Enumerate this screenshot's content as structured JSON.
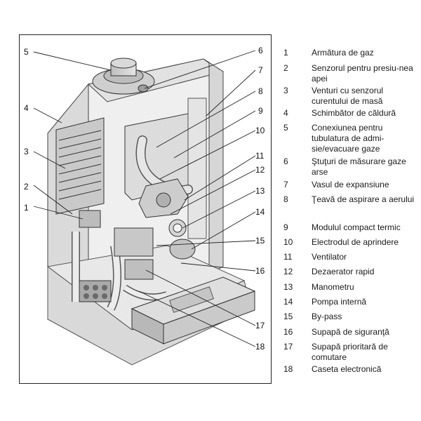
{
  "callouts": [
    {
      "n": "1"
    },
    {
      "n": "2"
    },
    {
      "n": "3"
    },
    {
      "n": "4"
    },
    {
      "n": "5"
    },
    {
      "n": "6"
    },
    {
      "n": "7"
    },
    {
      "n": "8"
    },
    {
      "n": "9"
    },
    {
      "n": "10"
    },
    {
      "n": "11"
    },
    {
      "n": "12"
    },
    {
      "n": "13"
    },
    {
      "n": "14"
    },
    {
      "n": "15"
    },
    {
      "n": "16"
    },
    {
      "n": "17"
    },
    {
      "n": "18"
    }
  ],
  "legend": [
    {
      "num": "1",
      "text": "Armătura de gaz"
    },
    {
      "num": "2",
      "text": "Senzorul pentru presiu-nea apei"
    },
    {
      "num": "3",
      "text": "Venturi cu senzorul curentului de masă"
    },
    {
      "num": "4",
      "text": "Schimbător de căldură"
    },
    {
      "num": "5",
      "text": "Conexiunea pentru tubulatura de admi-sie/evacuare gaze"
    },
    {
      "num": "6",
      "text": "Ştuţuri de măsurare gaze arse"
    },
    {
      "num": "7",
      "text": "Vasul de expansiune"
    },
    {
      "num": "8",
      "text": "Ţeavă de aspirare a aerului"
    },
    {
      "num": "9",
      "text": "Modulul compact termic"
    },
    {
      "num": "10",
      "text": "Electrodul de aprindere"
    },
    {
      "num": "11",
      "text": "Ventilator"
    },
    {
      "num": "12",
      "text": "Dezaerator rapid"
    },
    {
      "num": "13",
      "text": "Manometru"
    },
    {
      "num": "14",
      "text": "Pompa internă"
    },
    {
      "num": "15",
      "text": "By-pass"
    },
    {
      "num": "16",
      "text": "Supapă de siguranţă"
    },
    {
      "num": "17",
      "text": "Supapă prioritară de comutare"
    },
    {
      "num": "18",
      "text": "Caseta electronică"
    }
  ]
}
